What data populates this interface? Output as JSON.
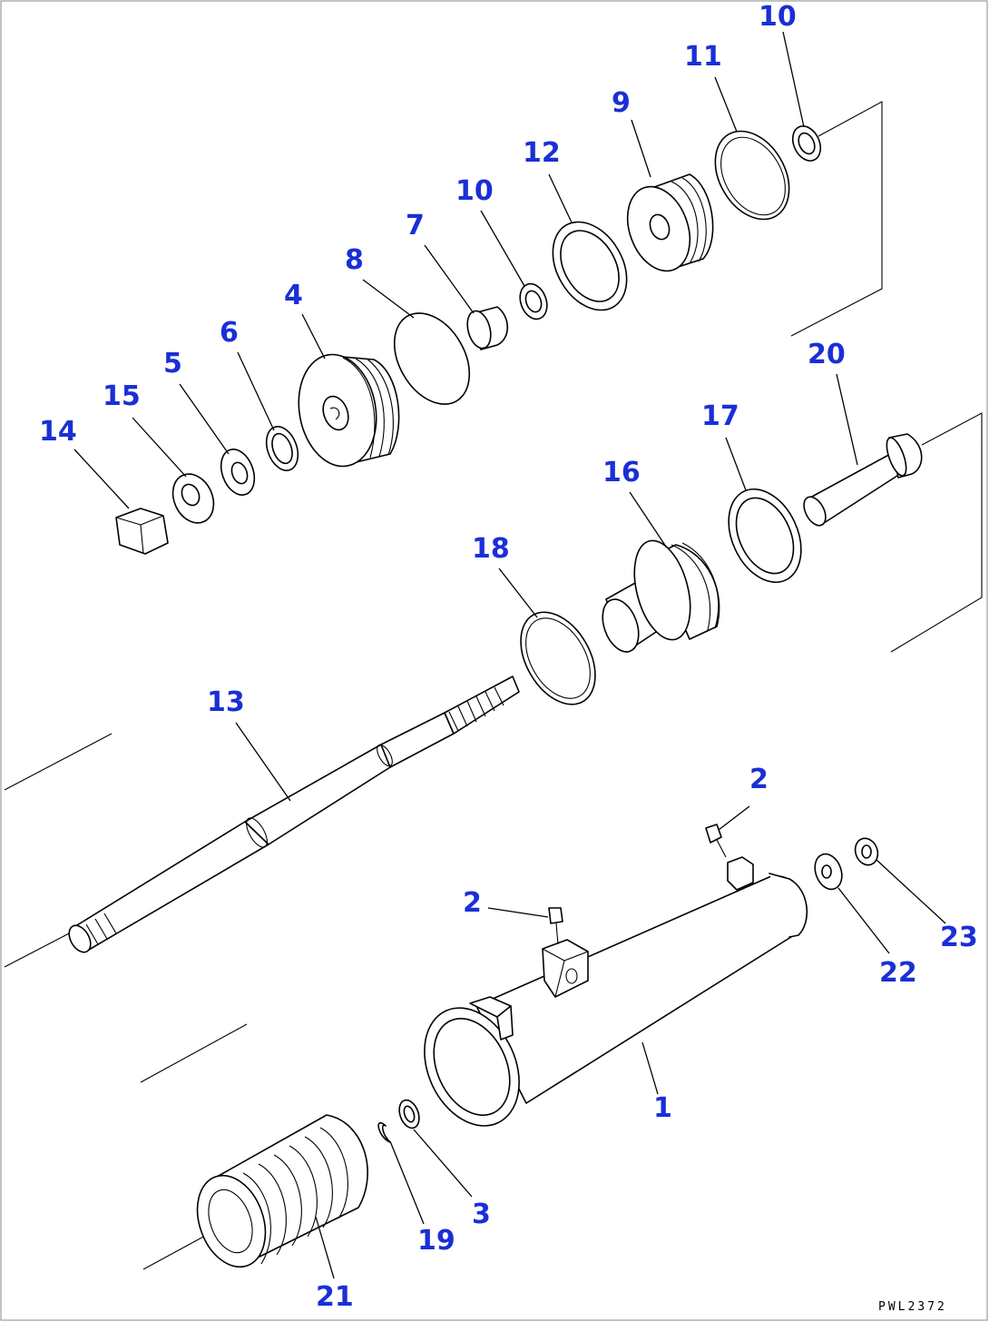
{
  "diagram": {
    "callout_color": "#1a2fd6",
    "line_color": "#000000",
    "drawing_code": "PWL2372",
    "callouts": [
      {
        "id": "c10a",
        "label": "10"
      },
      {
        "id": "c11",
        "label": "11"
      },
      {
        "id": "c9",
        "label": "9"
      },
      {
        "id": "c12",
        "label": "12"
      },
      {
        "id": "c10b",
        "label": "10"
      },
      {
        "id": "c7",
        "label": "7"
      },
      {
        "id": "c8",
        "label": "8"
      },
      {
        "id": "c4",
        "label": "4"
      },
      {
        "id": "c6",
        "label": "6"
      },
      {
        "id": "c5",
        "label": "5"
      },
      {
        "id": "c15",
        "label": "15"
      },
      {
        "id": "c14",
        "label": "14"
      },
      {
        "id": "c20",
        "label": "20"
      },
      {
        "id": "c17",
        "label": "17"
      },
      {
        "id": "c16",
        "label": "16"
      },
      {
        "id": "c18",
        "label": "18"
      },
      {
        "id": "c13",
        "label": "13"
      },
      {
        "id": "c2a",
        "label": "2"
      },
      {
        "id": "c2b",
        "label": "2"
      },
      {
        "id": "c23",
        "label": "23"
      },
      {
        "id": "c22",
        "label": "22"
      },
      {
        "id": "c1",
        "label": "1"
      },
      {
        "id": "c3",
        "label": "3"
      },
      {
        "id": "c19",
        "label": "19"
      },
      {
        "id": "c21",
        "label": "21"
      }
    ]
  }
}
